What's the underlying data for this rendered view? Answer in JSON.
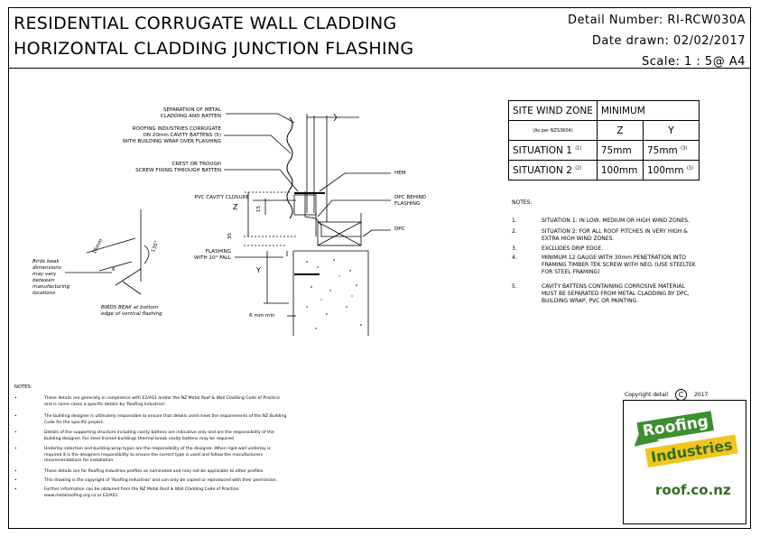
{
  "title": {
    "line1": "RESIDENTIAL CORRUGATE WALL CLADDING",
    "line2": "HORIZONTAL CLADDING JUNCTION FLASHING"
  },
  "header": {
    "detail_number": "Detail Number:  RI-RCW030A",
    "date_drawn": "Date drawn:  02/02/2017",
    "scale": "Scale:   1 : 5@ A4"
  },
  "labels": {
    "separation": "SEPARATION OF METAL\nCLADDING AND BATTEN",
    "ri_corrugate": "ROOFING INDUSTRIES CORRUGATE\nON 20mm CAVITY BATTENS (5)\nWITH BUILDING WRAP OVER FLASHING",
    "crest": "CREST OR TROUGH\nSCREW FIXING THROUGH BATTEN",
    "pvc": "PVC CAVITY CLOSURE",
    "flashing": "FLASHING\nWITH 10° FALL",
    "hem": "HEM",
    "dpc_behind": "DPC BEHIND\nFLASHING",
    "dpc": "DPC",
    "birds_beak_vary": "Birds beak\ndimensions\nmay vary\nbetween\nmanufacturing\nlocations",
    "birds_beak_bottom": "BIRDS BEAK at bottom\nedge of vertical flashing",
    "dim_6mm": "6 mm min",
    "dim_16mm": "16mm",
    "dim_6": "6",
    "dim_135": "135°",
    "dim_z": "Z",
    "dim_y": "Y",
    "dim_15": "15",
    "dim_35": "35"
  },
  "wind_table": {
    "head_site": "SITE WIND ZONE",
    "head_site_sub": "(As per NZS3604)",
    "head_min": "MINIMUM",
    "col_z": "Z",
    "col_y": "Y",
    "rows": [
      {
        "label": "SITUATION 1",
        "ref": "(1)",
        "z": "75mm",
        "y": "75mm",
        "yref": "(3)"
      },
      {
        "label": "SITUATION 2",
        "ref": "(2)",
        "z": "100mm",
        "y": "100mm",
        "yref": "(3)"
      }
    ]
  },
  "notes_right": {
    "title": "NOTES:",
    "items": [
      {
        "n": "1.",
        "t": "SITUATION 1: IN LOW, MEDIUM OR HIGH WIND ZONES."
      },
      {
        "n": "2.",
        "t": "SITUATION 2: FOR ALL ROOF PITCHES IN VERY HIGH &\nEXTRA HIGH WIND ZONES."
      },
      {
        "n": "3.",
        "t": "EXCLUDES DRIP EDGE."
      },
      {
        "n": "4.",
        "t": "MINIMUM 12 GAUGE WITH 30mm PENETRATION INTO\nFRAMING TIMBER TEK SCREW WITH NEO.  (USE STEELTEK\nFOR STEEL FRAMING)"
      },
      {
        "n": "5.",
        "t": "CAVITY BATTENS CONTAINING CORROSIVE MATERIAL\nMUST BE SEPARATED FROM METAL CLADDING BY DPC,\nBUILDING WRAP, PVC OR PAINTING."
      }
    ]
  },
  "notes_bottom": {
    "title": "NOTES:",
    "items": [
      "These details are generally in compliance with E2/AS1 and/or the NZ Metal Roof & Wall Cladding Code of Practice\nand is some cases a specific details by 'Roofing Industries'.",
      "The building designer is ultimately responsible to ensure that details used meet the requirements of the NZ Building\nCode for the specific project.",
      "Details of the supporting structure including cavity battens are indicative only and are the responsibility of the\nbuilding designer.  For steel framed buildings thermal break cavity battens may be required.",
      "Underlay selection and building wrap types are the responsibility of the designer.  When rigid wall underlay is\nrequired it is the designers responsibility to ensure the correct type is used and follow the manufacturers\nrecommendations for installation.",
      "These details are for Roofing Industries profiles as nominated and may not be applicable to other profiles.",
      "This drawing is the copyright of 'Roofing Industries' and can only be copied or reproduced with their permission.",
      "Further information can be obtained from the NZ Metal Roof & Wall Cladding Code of Practice:\nwww.metalroofing.org.nz or E2/AS1."
    ]
  },
  "copyright": {
    "left": "Copyright detail",
    "year": "2017",
    "symbol": "C"
  },
  "logo": {
    "word1": "Roofing",
    "word2": "Industries",
    "url": "roof.co.nz"
  },
  "colors": {
    "logo_green": "#3d8f2f",
    "logo_yellow": "#f0c51c",
    "logo_dark_green": "#2f6e23"
  }
}
